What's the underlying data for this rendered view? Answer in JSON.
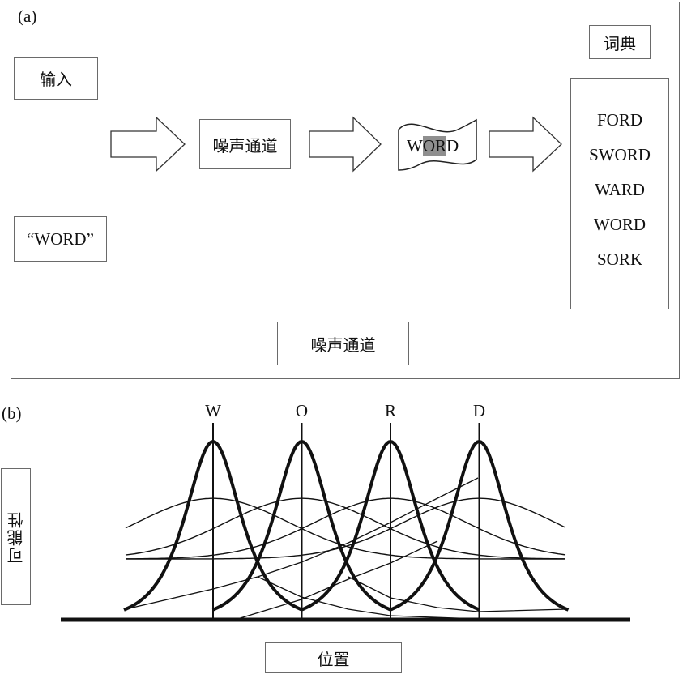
{
  "panel_a": {
    "label": "(a)",
    "input_title": "输入",
    "input_value": "“WORD”",
    "channel_box": "噪声通道",
    "noisy_word": {
      "prefix": "W",
      "highlighted": "OR",
      "suffix": "D"
    },
    "dictionary_title": "词典",
    "dictionary_words": [
      "FORD",
      "SWORD",
      "WARD",
      "WORD",
      "SORK"
    ],
    "bottom_caption": "噪声通道"
  },
  "panel_b": {
    "label": "(b)",
    "y_label": "可能性",
    "x_label": "位置"
  },
  "chart_data": {
    "type": "line",
    "title": "",
    "xlabel": "位置",
    "ylabel": "可能性",
    "letters": [
      "W",
      "O",
      "R",
      "D"
    ],
    "letter_positions": [
      1,
      2,
      3,
      4
    ],
    "x_range": [
      0,
      5.5
    ],
    "y_range": [
      0,
      1
    ],
    "series": [
      {
        "name": "sharp-peaks",
        "style": "thick",
        "centers": [
          1,
          2,
          3,
          4
        ],
        "amplitude": 1.0,
        "width": 0.35
      },
      {
        "name": "broad-peaks",
        "style": "thin",
        "centers": [
          1,
          2,
          3,
          4
        ],
        "amplitude": 0.34,
        "width": 0.85
      },
      {
        "name": "skewed-tails",
        "style": "thin",
        "description": "long slanted tails connecting neighbouring letters"
      }
    ],
    "grid": false,
    "legend": "none"
  }
}
